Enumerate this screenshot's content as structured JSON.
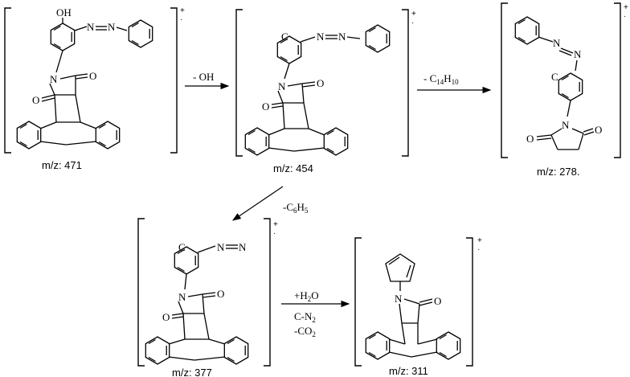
{
  "atoms": {
    "hydroxyl": "OH",
    "nitrogen": "N",
    "oxygen": "O",
    "radical_carbon": "C"
  },
  "charge": {
    "plus": "+",
    "dot": "·"
  },
  "species": [
    {
      "id": "m471",
      "mz": "m/z: 471"
    },
    {
      "id": "m454",
      "mz": "m/z: 454"
    },
    {
      "id": "m278",
      "mz": "m/z: 278."
    },
    {
      "id": "m377",
      "mz": "m/z: 377"
    },
    {
      "id": "m311",
      "mz": "m/z: 311"
    }
  ],
  "steps": [
    {
      "from": "m471",
      "to": "m454",
      "label": "- OH"
    },
    {
      "from": "m454",
      "to": "m278",
      "label_main": "- C",
      "sub1": "14",
      "label_mid": "H",
      "sub2": "10"
    },
    {
      "from": "m454",
      "to": "m377",
      "label_main": "-C",
      "sub1": "6",
      "label_mid": "H",
      "sub2": "5"
    },
    {
      "from": "m377",
      "to": "m311",
      "line1_main": "+H",
      "line1_sub": "2",
      "line1_end": "O",
      "line2_main": "C-N",
      "line2_sub": "2",
      "line3_main": "-CO",
      "line3_sub": "2"
    }
  ]
}
